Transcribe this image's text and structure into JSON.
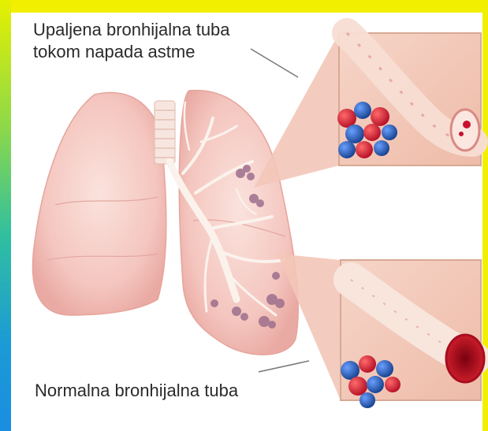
{
  "labels": {
    "inflamed_line1": "Upaljena bronhijalna tuba",
    "inflamed_line2": "tokom napada astme",
    "normal": "Normalna bronhijalna tuba"
  },
  "colors": {
    "frame_yellow": "#f2ef00",
    "frame_blue": "#1a8ee0",
    "lung_pink": "#f4c9c4",
    "tube_peach": "#f1c7b5",
    "blood_red": "#c8102e",
    "cell_blue": "#1f4fa6"
  }
}
